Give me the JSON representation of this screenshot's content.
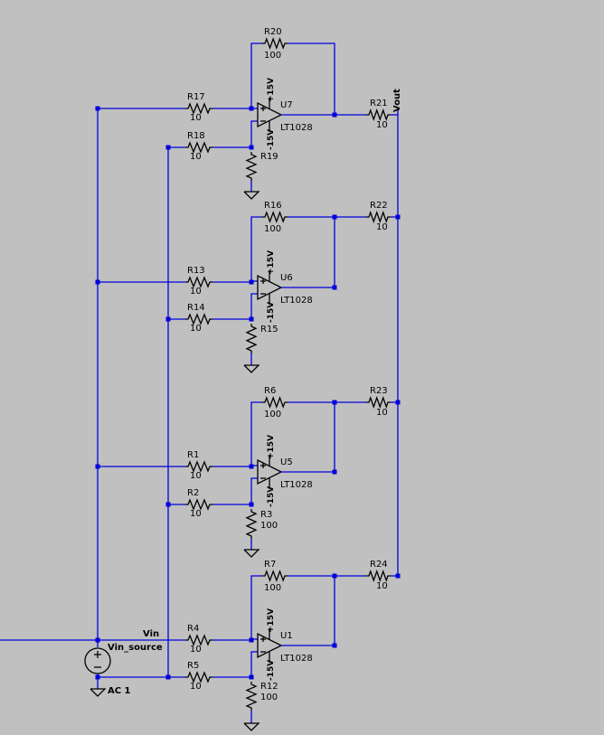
{
  "colors": {
    "background": "#c0c0c0",
    "wire": "#0000dd",
    "component": "#000000"
  },
  "nets": {
    "input": "Vin",
    "output": "Vout"
  },
  "source": {
    "name": "Vin_source",
    "value": "AC 1"
  },
  "stages": [
    {
      "opamp": {
        "name": "U7",
        "model": "LT1028",
        "vpos": "+15V",
        "vneg": "-15V"
      },
      "rf": {
        "name": "R20",
        "value": "100"
      },
      "rin": {
        "name": "R17",
        "value": "10"
      },
      "rinb": {
        "name": "R18",
        "value": "10"
      },
      "rg": {
        "name": "R19",
        "value": ""
      },
      "rout": {
        "name": "R21",
        "value": "10"
      }
    },
    {
      "opamp": {
        "name": "U6",
        "model": "LT1028",
        "vpos": "+15V",
        "vneg": "-15V"
      },
      "rf": {
        "name": "R16",
        "value": "100"
      },
      "rin": {
        "name": "R13",
        "value": "10"
      },
      "rinb": {
        "name": "R14",
        "value": "10"
      },
      "rg": {
        "name": "R15",
        "value": ""
      },
      "rout": {
        "name": "R22",
        "value": "10"
      }
    },
    {
      "opamp": {
        "name": "U5",
        "model": "LT1028",
        "vpos": "+15V",
        "vneg": "-15V"
      },
      "rf": {
        "name": "R6",
        "value": "100"
      },
      "rin": {
        "name": "R1",
        "value": "10"
      },
      "rinb": {
        "name": "R2",
        "value": "10"
      },
      "rg": {
        "name": "R3",
        "value": "100"
      },
      "rout": {
        "name": "R23",
        "value": "10"
      }
    },
    {
      "opamp": {
        "name": "U1",
        "model": "LT1028",
        "vpos": "+15V",
        "vneg": "-15V"
      },
      "rf": {
        "name": "R7",
        "value": "100"
      },
      "rin": {
        "name": "R4",
        "value": "10"
      },
      "rinb": {
        "name": "R5",
        "value": "10"
      },
      "rg": {
        "name": "R12",
        "value": "100"
      },
      "rout": {
        "name": "R24",
        "value": "10"
      }
    }
  ]
}
